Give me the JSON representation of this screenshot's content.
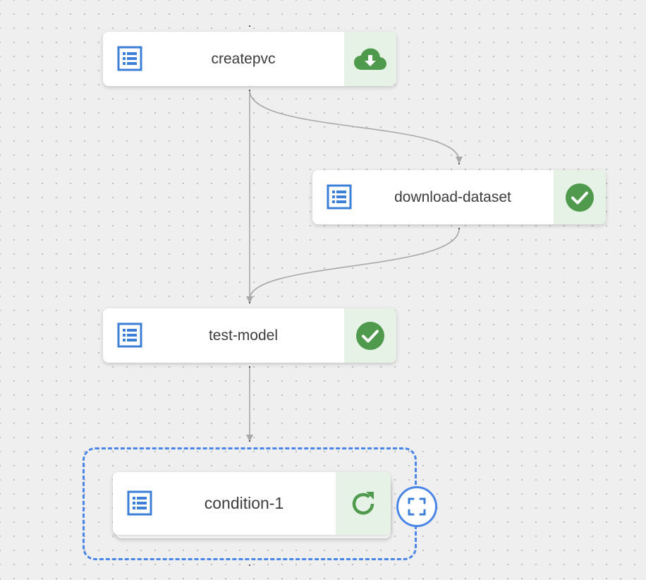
{
  "nodes": {
    "createpvc": {
      "label": "createpvc",
      "status_icon": "cloud-download-icon",
      "status_color": "#4f9a4c"
    },
    "download_dataset": {
      "label": "download-dataset",
      "status_icon": "check-circle-icon",
      "status_color": "#4f9a4c"
    },
    "test_model": {
      "label": "test-model",
      "status_icon": "check-circle-icon",
      "status_color": "#4f9a4c"
    },
    "condition_1": {
      "label": "condition-1",
      "status_icon": "refresh-icon",
      "status_color": "#4f9a4c"
    }
  },
  "node_icon": "list-icon",
  "node_icon_color": "#3b7fd6",
  "group": {
    "border_color": "#4a86e8",
    "expand_icon": "fullscreen-icon"
  },
  "edges": [
    {
      "from": "createpvc",
      "to": "download-dataset"
    },
    {
      "from": "createpvc",
      "to": "test-model"
    },
    {
      "from": "download-dataset",
      "to": "test-model"
    },
    {
      "from": "test-model",
      "to": "condition-1"
    }
  ],
  "colors": {
    "canvas_background": "#efefef",
    "status_panel_background": "#e7f2e6",
    "edge": "#a8a8a8"
  }
}
